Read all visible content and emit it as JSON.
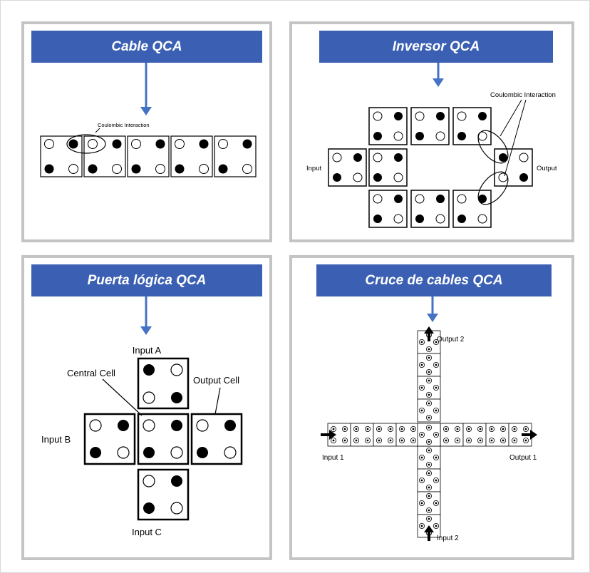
{
  "panels": {
    "cable": {
      "title": "Cable QCA",
      "annotation": "Coulombic Interaction"
    },
    "inverter": {
      "title": "Inversor QCA",
      "annotation": "Coulombic Interaction",
      "input_label": "Input",
      "output_label": "Output"
    },
    "gate": {
      "title": "Puerta lógica QCA",
      "input_a": "Input A",
      "input_b": "Input B",
      "input_c": "Input C",
      "central_cell": "Central Cell",
      "output_cell": "Output Cell"
    },
    "crossing": {
      "title": "Cruce de cables QCA",
      "input_1": "Input 1",
      "input_2": "Input 2",
      "output_1": "Output 1",
      "output_2": "Output 2"
    }
  },
  "colors": {
    "banner": "#3a5fb3",
    "arrow": "#4472c4",
    "panel_border": "#c4c4c4"
  }
}
